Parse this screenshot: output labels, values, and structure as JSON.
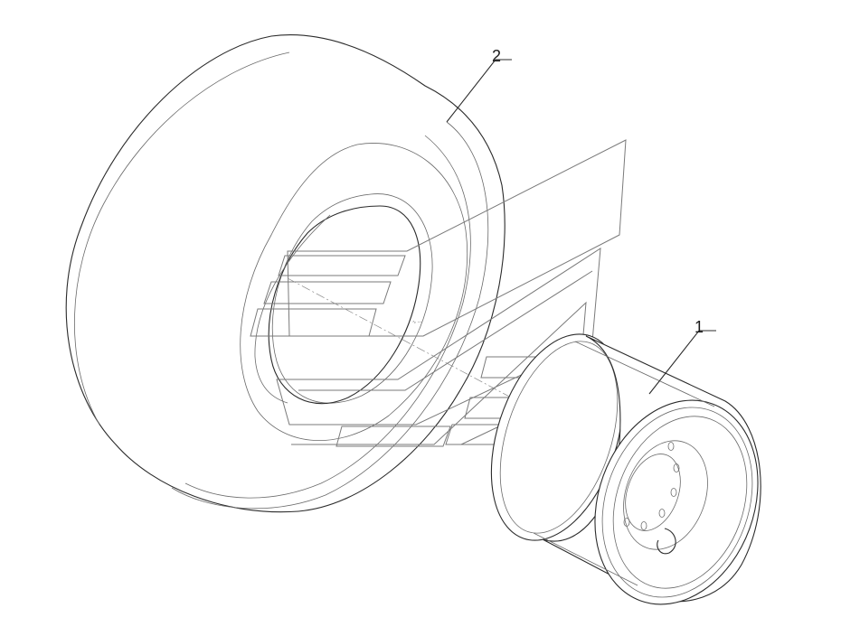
{
  "callouts": [
    {
      "id": "rim",
      "label": "1"
    },
    {
      "id": "tire",
      "label": "2"
    }
  ],
  "parts": {
    "tire": {
      "icon": "tire-drawing"
    },
    "rim": {
      "icon": "wheel-rim-drawing"
    },
    "watermark": {
      "icon": "stylized-logo-watermark"
    }
  },
  "colors": {
    "line": "#2b2b2b",
    "watermark": "#7a7a7a",
    "background": "#ffffff"
  }
}
